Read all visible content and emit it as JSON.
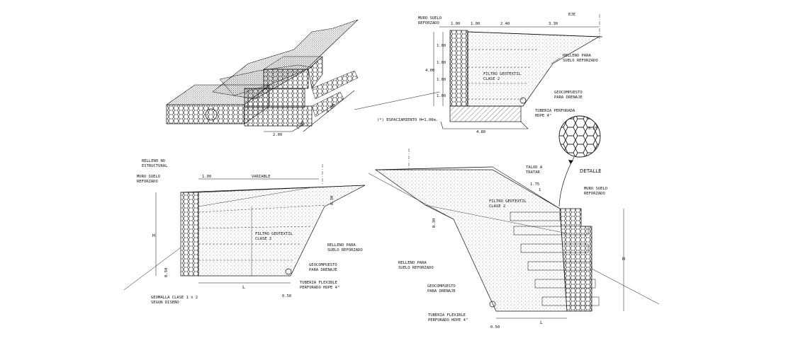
{
  "top_right": {
    "labels": {
      "muro_suelo_1": "MURO SUELO",
      "muro_suelo_2": "REFORZADO",
      "relleno_1": "RELLENO PARA",
      "relleno_2": "SUELO REFORZADO",
      "filtro_1": "FILTRO GEOTEXTIL",
      "filtro_2": "CLASE 2",
      "geocompuesto_1": "GEOCOMPUESTO",
      "geocompuesto_2": "PARA DRENAJE",
      "tuberia_1": "TUBERIA PERFORADA",
      "tuberia_2": "HDPE 4\"",
      "espaciamiento": "(*) ESPACIAMIENTO H=1.00m.",
      "eje": "EJE"
    },
    "dims": {
      "top_a": "1.00",
      "top_b": "1.00",
      "top_c": "2.40",
      "top_d": "3.30",
      "v1": "1.00",
      "v2": "1.00",
      "v3": "1.00",
      "v4": "1.00",
      "total_h": "4.00",
      "bottom": "4.80"
    }
  },
  "iso": {
    "dims": {
      "width": "2.00",
      "depth": "1.00",
      "length": "4.00"
    }
  },
  "detail": {
    "dim": "0.25",
    "title": "DETALLE"
  },
  "bottom_left": {
    "labels": {
      "relleno_no_1": "RELLENO NO",
      "relleno_no_2": "ESTRUCTURAL",
      "muro_1": "MURO SUELO",
      "muro_2": "REFORZADO",
      "filtro_1": "FILTRO GEOTEXTIL",
      "filtro_2": "CLASE 2",
      "relleno_1": "RELLENO PARA",
      "relleno_2": "SUELO REFORZADO",
      "geocompuesto_1": "GEOCOMPUESTO",
      "geocompuesto_2": "PARA DRENAJE",
      "tuberia_1": "TUBERIA FLEXIBLE",
      "tuberia_2": "PERFORADO HDPE 4\"",
      "geomalla_1": "GEOMALLA CLASE 1 ó 2",
      "geomalla_2": "SEGUN DISEÑO"
    },
    "dims": {
      "top": "1.00",
      "variable": "VARIABLE",
      "h": "H",
      "l": "L",
      "offset": "0.50",
      "slope": "0.3H",
      "base": "0.5H"
    }
  },
  "bottom_right": {
    "labels": {
      "talud_1": "TALUD A",
      "talud_2": "TRATAR",
      "muro_1": "MURO SUELO",
      "muro_2": "REFORZADO",
      "filtro_1": "FILTRO GEOTEXTIL",
      "filtro_2": "CLASE 2",
      "relleno_1": "RELLENO PARA",
      "relleno_2": "SUELO REFORZADO",
      "geocompuesto_1": "GEOCOMPUESTO",
      "geocompuesto_2": "PARA DRENAJE",
      "tuberia_1": "TUBERIA FLEXIBLE",
      "tuberia_2": "PERFORADO HDPE 4\""
    },
    "dims": {
      "slope": "1.75",
      "slope_unit": "1",
      "h": "H",
      "l": "L",
      "offset": "0.50",
      "side": "0.3H"
    }
  }
}
